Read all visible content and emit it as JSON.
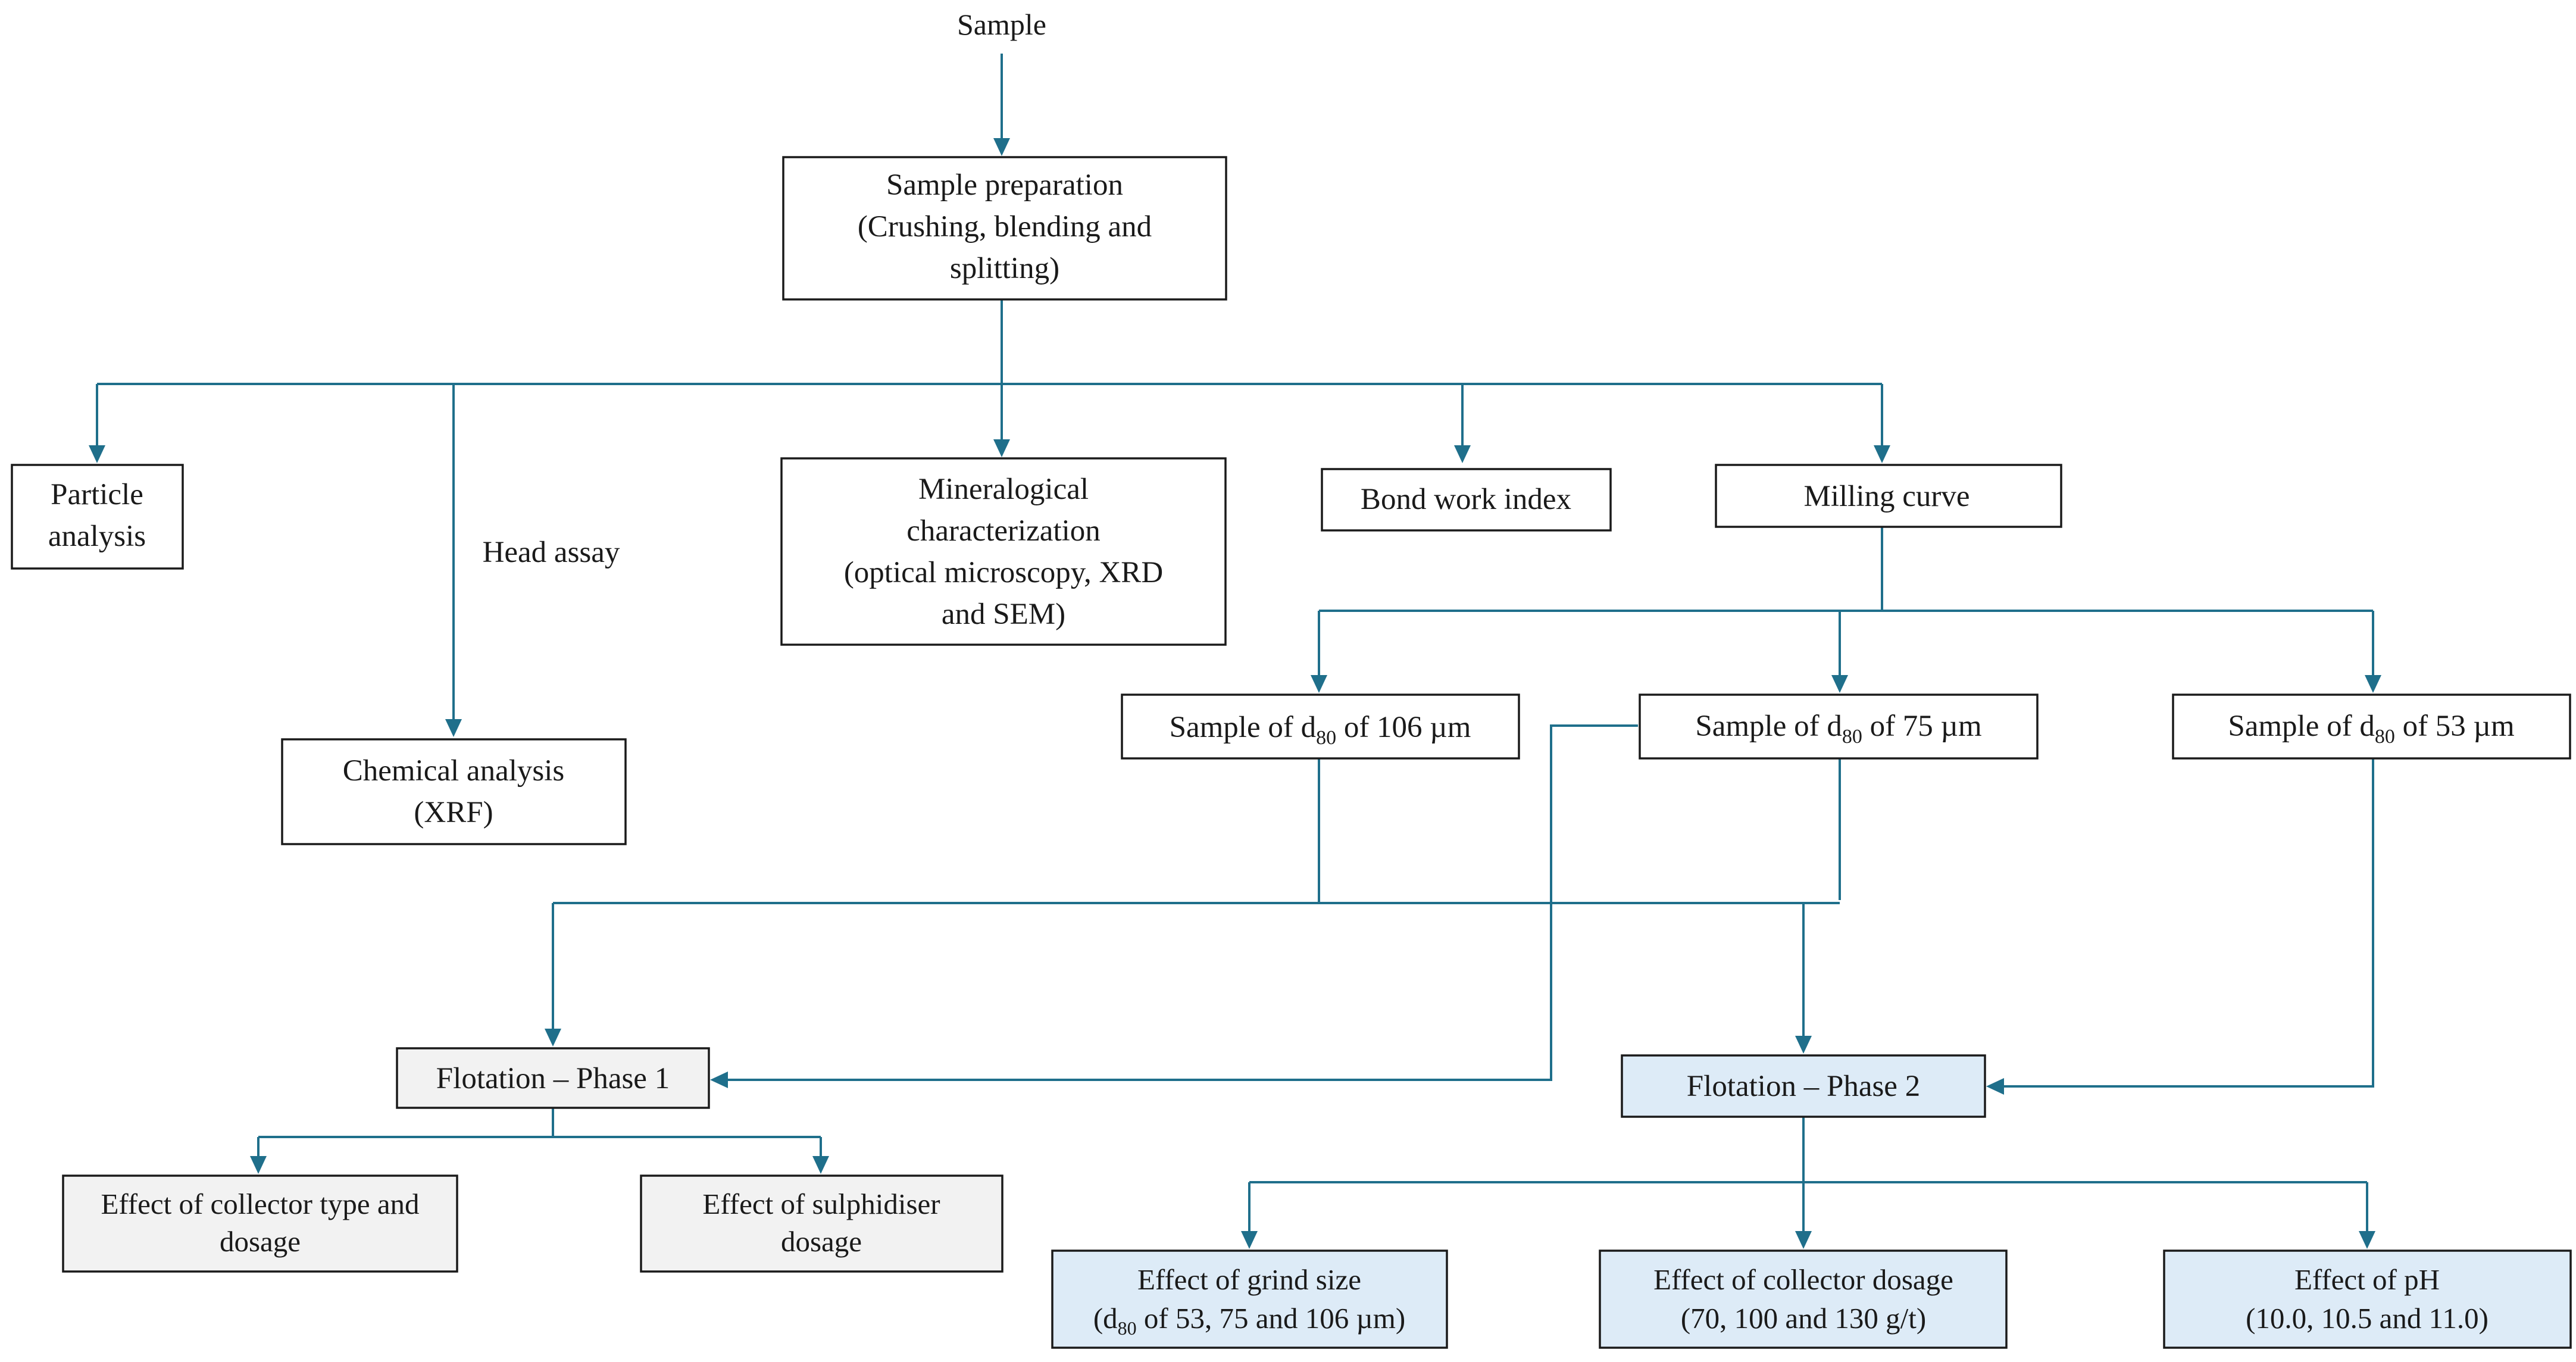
{
  "diagram": {
    "title": "Sample",
    "nodes": {
      "prep": {
        "lines": [
          {
            "text": "Sample preparation"
          },
          {
            "text": "(Crushing, blending and"
          },
          {
            "text": "splitting)"
          }
        ]
      },
      "particle": {
        "lines": [
          {
            "text": "Particle"
          },
          {
            "text": "analysis"
          }
        ]
      },
      "head_assay": {
        "text": "Head assay"
      },
      "chem": {
        "lines": [
          {
            "text": "Chemical analysis"
          },
          {
            "text": "(XRF)"
          }
        ]
      },
      "mineral": {
        "lines": [
          {
            "text": "Mineralogical"
          },
          {
            "text": "characterization"
          },
          {
            "text": "(optical microscopy, XRD"
          },
          {
            "text": "and SEM)"
          }
        ]
      },
      "bond": {
        "text": "Bond work index"
      },
      "milling": {
        "text": "Milling curve"
      },
      "s106": {
        "pre": "Sample of d",
        "sub": "80",
        "post": " of 106 µm"
      },
      "s75": {
        "pre": "Sample of d",
        "sub": "80",
        "post": " of 75 µm"
      },
      "s53": {
        "pre": "Sample of d",
        "sub": "80",
        "post": " of 53 µm"
      },
      "phase1": {
        "text": "Flotation – Phase 1"
      },
      "phase2": {
        "text": "Flotation – Phase 2"
      },
      "collector_type": {
        "lines": [
          {
            "text": "Effect of collector type and"
          },
          {
            "text": "dosage"
          }
        ]
      },
      "sulphidiser": {
        "lines": [
          {
            "text": "Effect of sulphidiser"
          },
          {
            "text": "dosage"
          }
        ]
      },
      "grind": {
        "line1": "Effect of grind size",
        "line2": {
          "pre": "(d",
          "sub": "80",
          "post": " of 53, 75 and 106 µm)"
        }
      },
      "collector_dosage": {
        "lines": [
          {
            "text": "Effect of collector dosage"
          },
          {
            "text": "(70, 100 and 130 g/t)"
          }
        ]
      },
      "ph": {
        "lines": [
          {
            "text": "Effect of pH"
          },
          {
            "text": "(10.0, 10.5 and 11.0)"
          }
        ]
      }
    },
    "colors": {
      "connector": "#1f6f8b",
      "box_border": "#1a1a1a",
      "phase1_fill": "#f2f2f2",
      "phase2_fill": "#ddebf7",
      "text": "#1a1a1a"
    }
  }
}
